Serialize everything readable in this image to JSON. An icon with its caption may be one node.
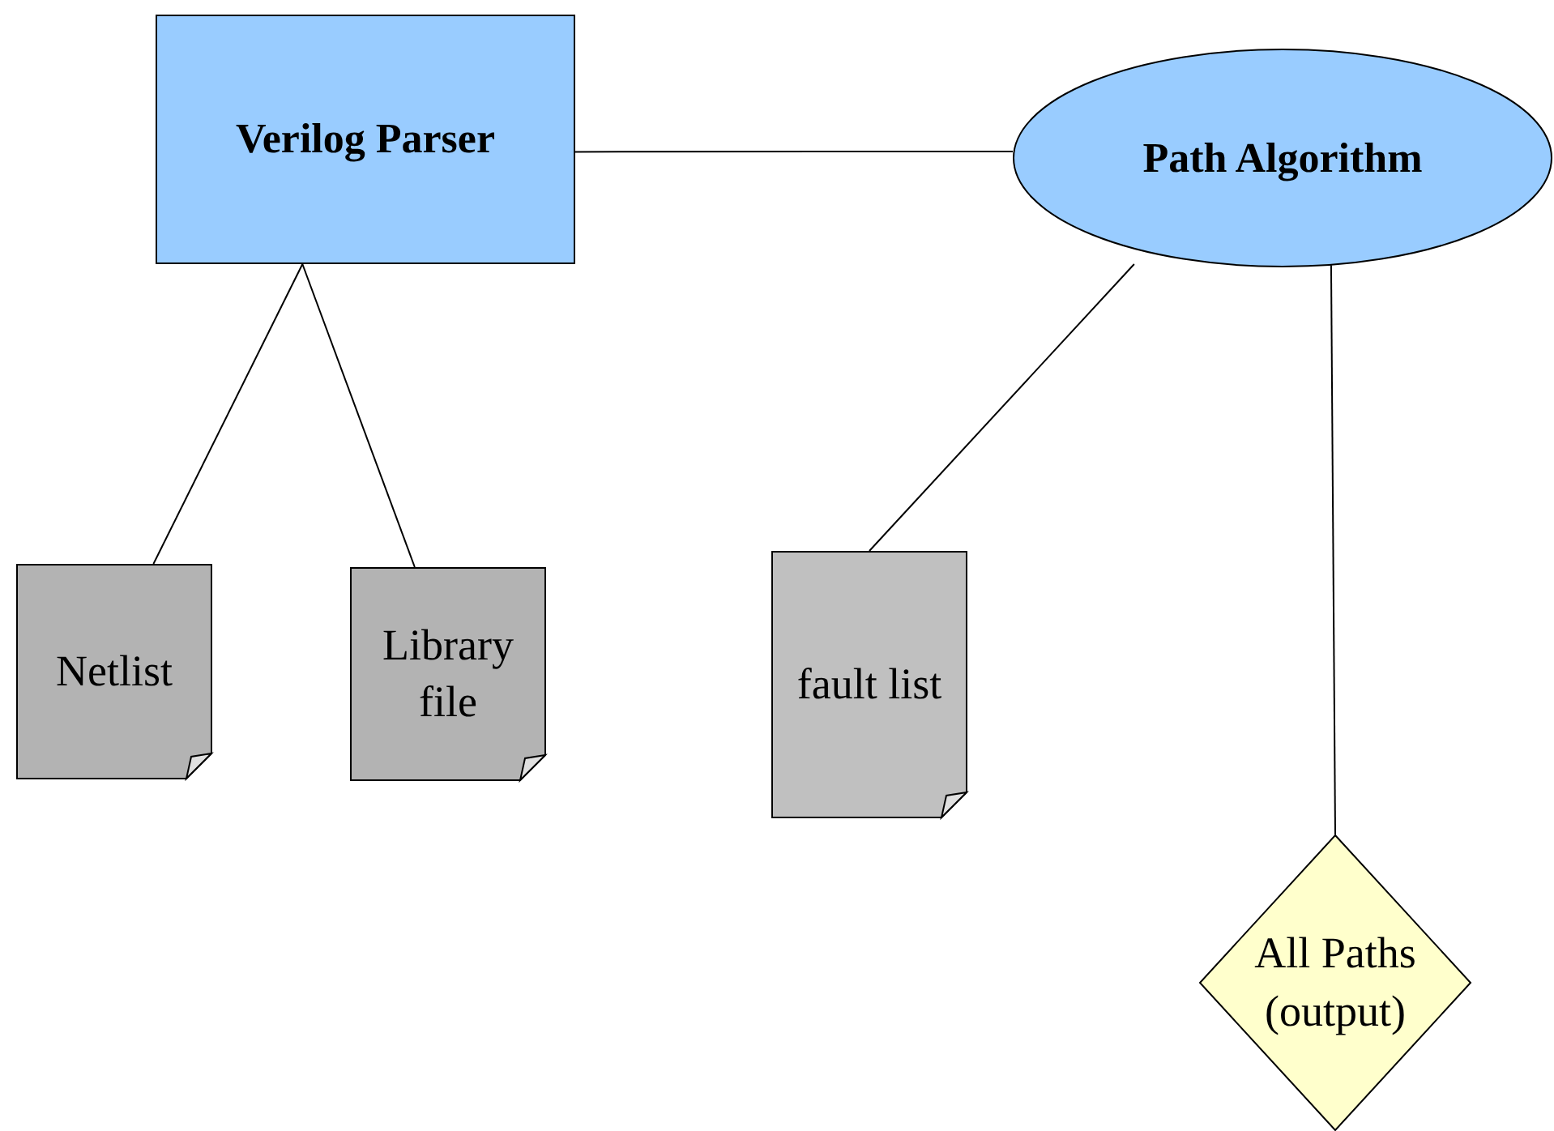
{
  "diagram": {
    "nodes": [
      {
        "text": [
          "Verilog Parser"
        ]
      },
      {
        "text": [
          "Path Algorithm"
        ]
      },
      {
        "text": [
          "Netlist"
        ]
      },
      {
        "text": [
          "Library file"
        ]
      },
      {
        "text": [
          "fault list"
        ]
      },
      {
        "text": [
          "All Paths (output)"
        ]
      }
    ],
    "edges": [
      {
        "from": 0,
        "to": 1,
        "arrow": "none"
      },
      {
        "from": 0,
        "to": 2,
        "arrow": "none"
      },
      {
        "from": 0,
        "to": 3,
        "arrow": "none"
      },
      {
        "from": 1,
        "to": 4,
        "arrow": "none"
      },
      {
        "from": 1,
        "to": 5,
        "arrow": "none"
      }
    ]
  }
}
